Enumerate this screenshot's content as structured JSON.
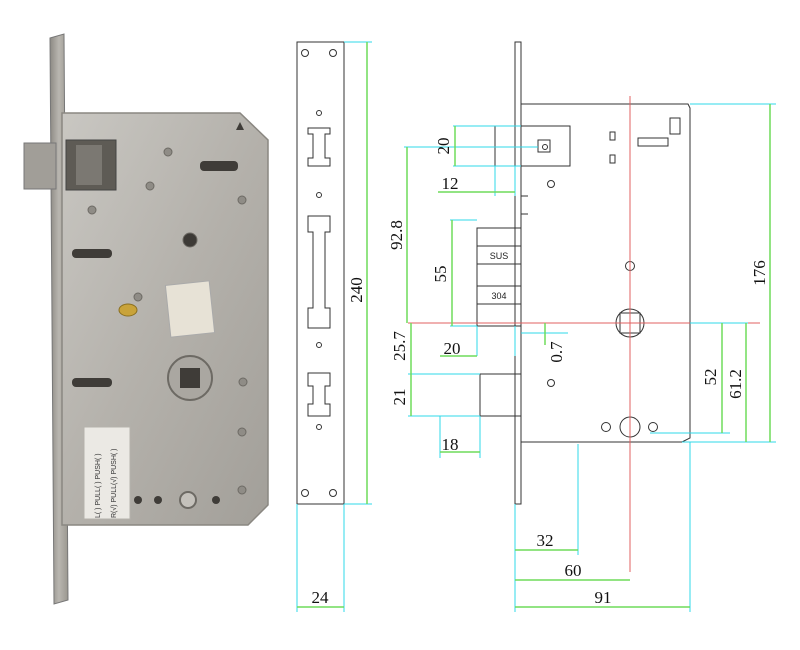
{
  "colors": {
    "dimension_line": "#6fdc5a",
    "extension_line": "#2fd8e8",
    "center_line": "#e06060",
    "outline": "#333333"
  },
  "strike_plate": {
    "height_dim": "240",
    "width_dim": "24"
  },
  "lock_body": {
    "plate_labels": [
      "SUS",
      "304"
    ],
    "dims": {
      "latch_height": "20",
      "latch_depth": "12",
      "latch_to_center": "92.8",
      "deadbolt_height": "55",
      "gap_a": "25.7",
      "gap_b": "20",
      "gap_c": "0.7",
      "lower_offset": "21",
      "lower_depth": "18",
      "backset_small": "32",
      "backset": "60",
      "body_depth": "91",
      "body_height": "176",
      "spindle_to_cyl": "52",
      "spindle_to_bottom": "61.2"
    }
  },
  "photo": {
    "card_lines": [
      "L( ) PULL( ) PUSH( )",
      "R(√) PULL(√) PUSH( )"
    ]
  }
}
